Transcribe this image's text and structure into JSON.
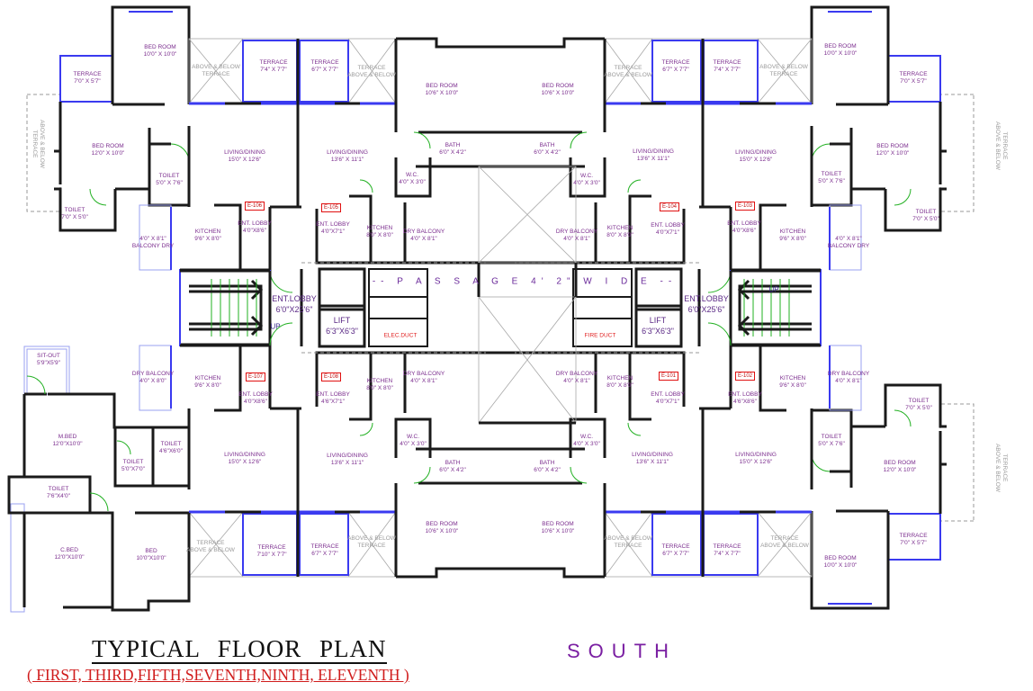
{
  "title": "TYPICAL  FLOOR  PLAN",
  "subtitle": "( FIRST, THIRD,FIFTH,SEVENTH,NINTH, ELEVENTH )",
  "orientation": "SOUTH",
  "passage": "-- P A S S A G E  4' 2\"  W I D E --",
  "colors": {
    "wall": "#1a1a1a",
    "window": "#3a3af0",
    "room_label": "#7b2d8e",
    "tag": "#e01010",
    "title_sub": "#d01c1c",
    "orientation": "#7a1fa2"
  },
  "rooms": [
    {
      "name": "BED ROOM",
      "size": "10'0\" X 10'0\""
    },
    {
      "name": "TERRACE",
      "size": "7'0\" X 5'7\""
    },
    {
      "name": "BED ROOM",
      "size": "12'0\" X 10'0\""
    },
    {
      "name": "TOILET",
      "size": "5'0\" X 7'6\""
    },
    {
      "name": "TOILET",
      "size": "7'0\" X 5'0\""
    },
    {
      "name": "ABOVE & BELOW",
      "size": "TERRACE"
    },
    {
      "name": "TERRACE",
      "size": "7'4\" X 7'7\""
    },
    {
      "name": "TERRACE",
      "size": "6'7\" X 7'7\""
    },
    {
      "name": "TERRACE",
      "size": "ABOVE & BELOW"
    },
    {
      "name": "LIVING/DINING",
      "size": "15'0\" X 12'6\""
    },
    {
      "name": "LIVING/DINING",
      "size": "13'6\" X 11'1\""
    },
    {
      "name": "BED ROOM",
      "size": "10'6\" X 10'0\""
    },
    {
      "name": "BATH",
      "size": "6'0\" X 4'2\""
    },
    {
      "name": "W.C.",
      "size": "4'0\" X 3'0\""
    },
    {
      "name": "ENT. LOBBY",
      "size": "4'0\"X8'6\""
    },
    {
      "name": "ENT. LOBBY",
      "size": "4'0\"X7'1\""
    },
    {
      "name": "KITCHEN",
      "size": "9'6\" X 8'0\""
    },
    {
      "name": "BALCONY DRY",
      "size": "4'0\" X 8'1\""
    },
    {
      "name": "KITCHEN",
      "size": "8'0\" X 8'0\""
    },
    {
      "name": "DRY BALCONY",
      "size": "4'0\" X 8'1\""
    },
    {
      "name": "BED ROOM",
      "size": "10'6\" X 10'0\""
    },
    {
      "name": "TERRACE",
      "size": "ABOVE & BELOW"
    },
    {
      "name": "TERRACE",
      "size": "6'7\" X 7'7\""
    },
    {
      "name": "TERRACE",
      "size": "7'4\" X 7'7\""
    },
    {
      "name": "ABOVE & BELOW",
      "size": "TERRACE"
    },
    {
      "name": "BED ROOM",
      "size": "10'0\" X 10'0\""
    },
    {
      "name": "TERRACE",
      "size": "7'0\" X 5'7\""
    },
    {
      "name": "BATH",
      "size": "6'0\" X 4'2\""
    },
    {
      "name": "W.C.",
      "size": "4'0\" X 3'0\""
    },
    {
      "name": "LIVING/DINING",
      "size": "13'6\" X 11'1\""
    },
    {
      "name": "LIVING/DINING",
      "size": "15'0\" X 12'6\""
    },
    {
      "name": "BED ROOM",
      "size": "12'0\" X 10'0\""
    },
    {
      "name": "TOILET",
      "size": "5'0\" X 7'6\""
    },
    {
      "name": "TOILET",
      "size": "7'0\" X 5'0\""
    },
    {
      "name": "ENT. LOBBY",
      "size": "4'0\"X7'1\""
    },
    {
      "name": "ENT. LOBBY",
      "size": "4'0\"X8'6\""
    },
    {
      "name": "KITCHEN",
      "size": "8'0\" X 8'0\""
    },
    {
      "name": "DRY BALCONY",
      "size": "4'0\" X 8'1\""
    },
    {
      "name": "KITCHEN",
      "size": "9'6\" X 8'0\""
    },
    {
      "name": "BALCONY DRY",
      "size": "4'0\" X 8'1\""
    },
    {
      "name": "ENT.LOBBY",
      "size": "6'0\"X25'6\""
    },
    {
      "name": "LIFT",
      "size": "6'3\"X6'3\""
    },
    {
      "name": "ENT.LOBBY",
      "size": "6'0\"X25'6\""
    },
    {
      "name": "LIFT",
      "size": "6'3\"X6'3\""
    },
    {
      "name": "SIT-OUT",
      "size": "5'9\"X5'9\""
    },
    {
      "name": "DRY BALCONY",
      "size": "4'0\" X 8'0\""
    },
    {
      "name": "KITCHEN",
      "size": "9'6\" X 8'0\""
    },
    {
      "name": "ENT. LOBBY",
      "size": "4'0\"X8'6\""
    },
    {
      "name": "ENT. LOBBY",
      "size": "4'6\"X7'1\""
    },
    {
      "name": "KITCHEN",
      "size": "8'0\" X 8'0\""
    },
    {
      "name": "DRY BALCONY",
      "size": "4'0\" X 8'1\""
    },
    {
      "name": "W.C.",
      "size": "4'0\" X 3'0\""
    },
    {
      "name": "M.BED",
      "size": "12'0\"X10'0\""
    },
    {
      "name": "TOILET",
      "size": "4'6\"X6'0\""
    },
    {
      "name": "TOILET",
      "size": "5'0\"X7'0\""
    },
    {
      "name": "LIVING/DINING",
      "size": "15'0\" X 12'6\""
    },
    {
      "name": "LIVING/DINING",
      "size": "13'6\" X 11'1\""
    },
    {
      "name": "BATH",
      "size": "6'0\" X 4'2\""
    },
    {
      "name": "TOILET",
      "size": "7'6\"X4'0\""
    },
    {
      "name": "BED ROOM",
      "size": "10'6\" X 10'0\""
    },
    {
      "name": "C.BED",
      "size": "12'0\"X10'0\""
    },
    {
      "name": "BED",
      "size": "10'0\"X10'0\""
    },
    {
      "name": "TERRACE",
      "size": "ABOVE & BELOW"
    },
    {
      "name": "TERRACE",
      "size": "7'10\" X 7'7\""
    },
    {
      "name": "TERRACE",
      "size": "6'7\" X 7'7\""
    },
    {
      "name": "ABOVE & BELOW",
      "size": "TERRACE"
    },
    {
      "name": "DRY BALCONY",
      "size": "4'0\" X 8'1\""
    },
    {
      "name": "KITCHEN",
      "size": "8'0\" X 8'0\""
    },
    {
      "name": "ENT. LOBBY",
      "size": "4'0\"X7'1\""
    },
    {
      "name": "ENT. LOBBY",
      "size": "4'6\"X8'6\""
    },
    {
      "name": "KITCHEN",
      "size": "9'6\" X 8'0\""
    },
    {
      "name": "DRY BALCONY",
      "size": "4'0\" X 8'1\""
    },
    {
      "name": "TOILET",
      "size": "7'0\" X 5'0\""
    },
    {
      "name": "W.C.",
      "size": "4'0\" X 3'0\""
    },
    {
      "name": "TOILET",
      "size": "5'0\" X 7'6\""
    },
    {
      "name": "BATH",
      "size": "6'0\" X 4'2\""
    },
    {
      "name": "LIVING/DINING",
      "size": "13'6\" X 11'1\""
    },
    {
      "name": "LIVING/DINING",
      "size": "15'0\" X 12'6\""
    },
    {
      "name": "BED ROOM",
      "size": "12'0\" X 10'0\""
    },
    {
      "name": "BED ROOM",
      "size": "10'6\" X 10'0\""
    },
    {
      "name": "ABOVE & BELOW",
      "size": "TERRACE"
    },
    {
      "name": "TERRACE",
      "size": "6'7\" X 7'7\""
    },
    {
      "name": "TERRACE",
      "size": "7'4\" X 7'7\""
    },
    {
      "name": "TERRACE",
      "size": "ABOVE & BELOW"
    },
    {
      "name": "BED ROOM",
      "size": "10'0\" X 10'0\""
    },
    {
      "name": "TERRACE",
      "size": "7'0\" X 5'7\""
    },
    {
      "name": "ABOVE & BELOW",
      "size": "TERRACE"
    },
    {
      "name": "TERRACE",
      "size": "ABOVE & BELOW"
    },
    {
      "name": "TERRACE",
      "size": "ABOVE & BELOW"
    }
  ],
  "unit_tags": [
    "E-106",
    "E-105",
    "E-104",
    "E-103",
    "E-107",
    "E-108",
    "E-101",
    "E-102"
  ],
  "ducts": [
    "ELEC.DUCT",
    "FIRE DUCT"
  ],
  "stairs": [
    "UP",
    "UP"
  ]
}
